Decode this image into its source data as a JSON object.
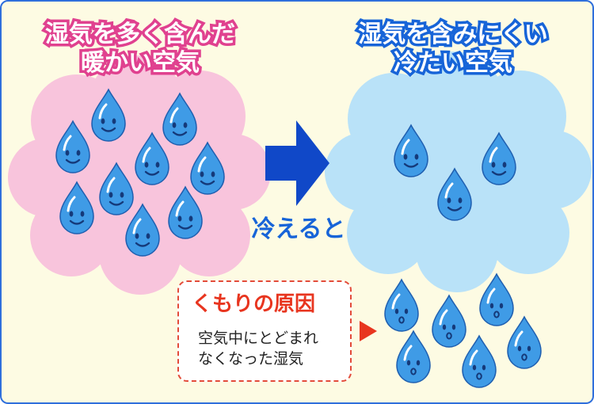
{
  "left": {
    "title_line1": "湿気を多く含んだ",
    "title_line2": "暖かい空気"
  },
  "right": {
    "title_line1": "湿気を含みにくい",
    "title_line2": "冷たい空気"
  },
  "arrow_label": "冷えると",
  "cause": {
    "title": "くもりの原因",
    "line1": "空気中にとどまれ",
    "line2": "なくなった湿気"
  },
  "colors": {
    "warm_cloud": "#f8c4dc",
    "cool_cloud": "#b9e2f8",
    "drop": "#3f9be6",
    "main_arrow": "#1048c8",
    "cause_accent": "#e8351f"
  },
  "icons": [
    "smiling-droplet-icon",
    "surprised-droplet-icon",
    "right-arrow-icon"
  ]
}
